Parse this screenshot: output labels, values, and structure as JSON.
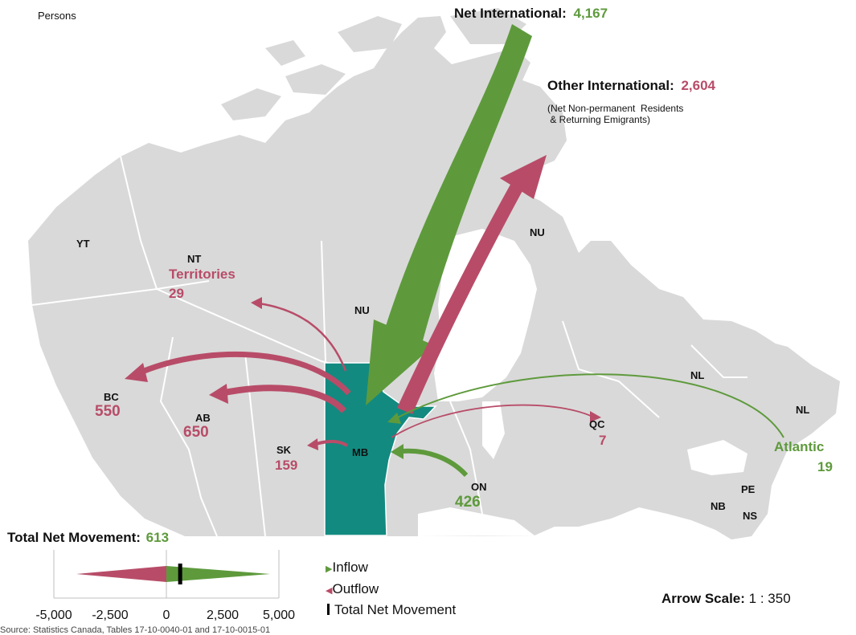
{
  "units": "Persons",
  "colors": {
    "land": "#d9d9d9",
    "border": "#ffffff",
    "selected": "#128a80",
    "inflow": "#5e9a3c",
    "outflow": "#b84c68",
    "text": "#111111"
  },
  "net_international": {
    "label": "Net International:",
    "value": "4,167"
  },
  "other_international": {
    "label": "Other International:",
    "value": "2,604",
    "note_line1": "(Net Non-permanent  Residents",
    "note_line2": " & Returning Emigrants)"
  },
  "provinces": {
    "yt": "YT",
    "nt": "NT",
    "nu_west": "NU",
    "nu_east": "NU",
    "bc": "BC",
    "ab": "AB",
    "sk": "SK",
    "mb": "MB",
    "on": "ON",
    "qc": "QC",
    "nl_lab": "NL",
    "nl_island": "NL",
    "nb": "NB",
    "pe": "PE",
    "ns": "NS"
  },
  "regions": {
    "territories": {
      "name": "Territories",
      "value": "29"
    },
    "bc": "550",
    "ab": "650",
    "sk": "159",
    "on": "426",
    "qc": "7",
    "atlantic": {
      "name": "Atlantic",
      "value": "19"
    }
  },
  "total": {
    "label": "Total Net Movement:",
    "value": "613"
  },
  "legend": {
    "inflow": "Inflow",
    "outflow": "Outflow",
    "total": "Total Net Movement"
  },
  "arrow_scale": {
    "label": "Arrow Scale:",
    "value": "1 : 350"
  },
  "source": "Source: Statistics Canada, Tables 17-10-0040-01 and 17-10-0015-01",
  "chart_data": {
    "type": "flow-map",
    "flows": [
      {
        "region": "Net International",
        "direction": "inflow",
        "value": 4167
      },
      {
        "region": "Other International",
        "direction": "outflow",
        "value": 2604
      },
      {
        "region": "Territories",
        "direction": "outflow",
        "value": 29
      },
      {
        "region": "BC",
        "direction": "outflow",
        "value": 550
      },
      {
        "region": "AB",
        "direction": "outflow",
        "value": 650
      },
      {
        "region": "SK",
        "direction": "outflow",
        "value": 159
      },
      {
        "region": "ON",
        "direction": "inflow",
        "value": 426
      },
      {
        "region": "QC",
        "direction": "outflow",
        "value": 7
      },
      {
        "region": "Atlantic",
        "direction": "inflow",
        "value": 19
      }
    ],
    "total_net_movement": 613,
    "scale_axis": {
      "ticks": [
        "-5,000",
        "-2,500",
        "0",
        "2,500",
        "5,000"
      ],
      "range": [
        -5000,
        5000
      ],
      "outflow_total": 4000,
      "inflow_total": 4613,
      "net": 613
    }
  }
}
